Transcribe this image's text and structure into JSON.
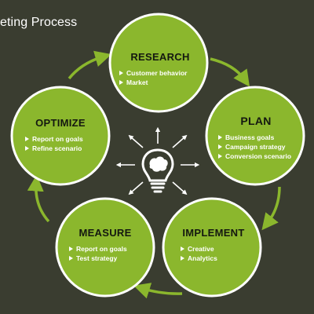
{
  "title": "eting Process",
  "colors": {
    "background": "#3a3d30",
    "circle_fill": "#8bb72d",
    "circle_border": "#ffffff",
    "arrow": "#8bb72d",
    "center_icon": "#ffffff"
  },
  "center_icon": "lightbulb-brain-icon",
  "stages": [
    {
      "title": "RESEARCH",
      "items": [
        "Customer behavior",
        "Market"
      ]
    },
    {
      "title": "PLAN",
      "items": [
        "Business goals",
        "Campaign strategy",
        "Conversion scenario"
      ]
    },
    {
      "title": "IMPLEMENT",
      "items": [
        "Creative",
        "Analytics"
      ]
    },
    {
      "title": "MEASURE",
      "items": [
        "Report on goals",
        "Test strategy"
      ]
    },
    {
      "title": "OPTIMIZE",
      "items": [
        "Report on goals",
        "Refine scenario"
      ]
    }
  ]
}
